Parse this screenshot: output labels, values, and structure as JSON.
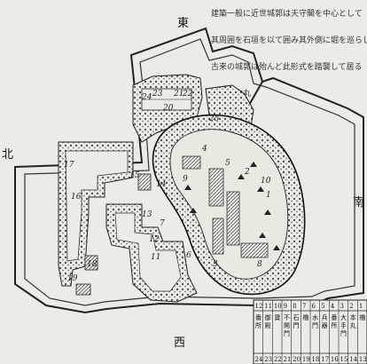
{
  "map": {
    "directions": {
      "east": "東",
      "west": "西",
      "north": "北",
      "south": "南"
    },
    "header_lines": [
      "建築一般に近世城郭は天守閣を中心として",
      "其周囲を石垣を以て囲み其外側に堀を巡らし",
      "古来の城郭は殆んど此形式を踏襲して居る",
      "現存の本丸"
    ],
    "areas": [
      {
        "id": "a1",
        "label": "1"
      },
      {
        "id": "a2",
        "label": "2"
      },
      {
        "id": "a3",
        "label": "3"
      },
      {
        "id": "a4",
        "label": "4"
      },
      {
        "id": "a5",
        "label": "5"
      },
      {
        "id": "a6",
        "label": "6"
      },
      {
        "id": "a7",
        "label": "7"
      },
      {
        "id": "a8",
        "label": "8"
      },
      {
        "id": "a9",
        "label": "9"
      },
      {
        "id": "a10",
        "label": "10"
      },
      {
        "id": "a11",
        "label": "11"
      },
      {
        "id": "a12",
        "label": "12"
      },
      {
        "id": "a13",
        "label": "13"
      },
      {
        "id": "a14",
        "label": "14"
      },
      {
        "id": "a15",
        "label": "15"
      },
      {
        "id": "a16",
        "label": "16"
      },
      {
        "id": "a17",
        "label": "17"
      },
      {
        "id": "a18",
        "label": "18"
      },
      {
        "id": "a19",
        "label": "19"
      },
      {
        "id": "a20",
        "label": "20"
      },
      {
        "id": "a21",
        "label": "21"
      },
      {
        "id": "a22",
        "label": "22"
      },
      {
        "id": "a23",
        "label": "23"
      },
      {
        "id": "a24",
        "label": "24"
      },
      {
        "id": "a25",
        "label": "25"
      }
    ],
    "legend": {
      "numbers_top": [
        "12",
        "11",
        "10",
        "9",
        "8",
        "7",
        "6",
        "5",
        "4",
        "3",
        "2",
        "1"
      ],
      "names": [
        "番所",
        "御殿",
        "寶",
        "不開門",
        "石門",
        "櫓",
        "水門",
        "兵器",
        "番所",
        "大手門",
        "本丸",
        "櫓"
      ],
      "numbers_bottom": [
        "24",
        "23",
        "22",
        "21",
        "20",
        "19",
        "18",
        "17",
        "16",
        "15",
        "14",
        "13"
      ]
    }
  }
}
